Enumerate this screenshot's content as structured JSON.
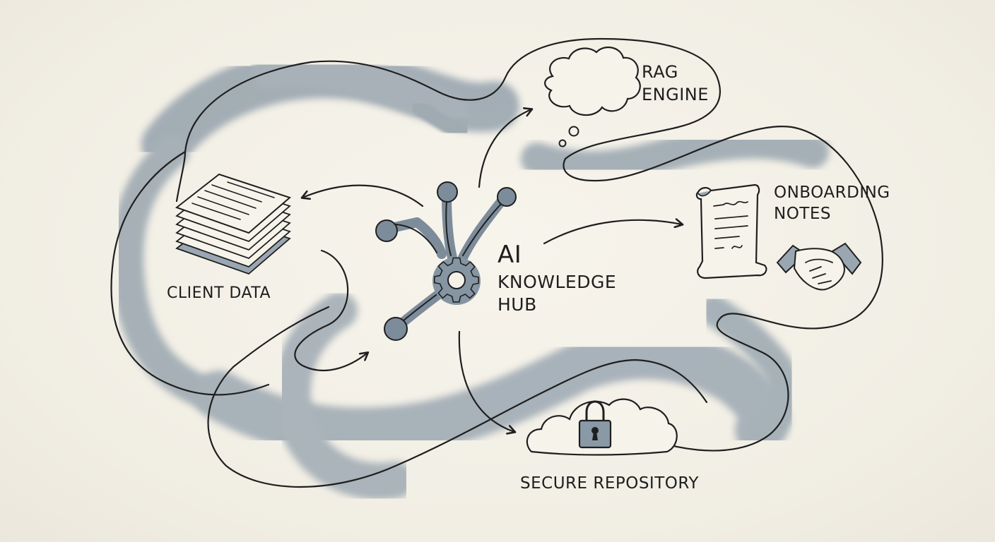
{
  "nodes": {
    "hub": {
      "line1": "AI",
      "line2": "KNOWLEDGE",
      "line3": "HUB"
    },
    "rag": {
      "line1": "RAG",
      "line2": "ENGINE"
    },
    "onboarding": {
      "line1": "ONBOARDING",
      "line2": "NOTES"
    },
    "client": {
      "label": "CLIENT DATA"
    },
    "repository": {
      "label": "SECURE REPOSITORY"
    }
  },
  "colors": {
    "ink": "#1f1f1f",
    "wash": "#7d8c9a",
    "paper": "#f4f1e8"
  }
}
